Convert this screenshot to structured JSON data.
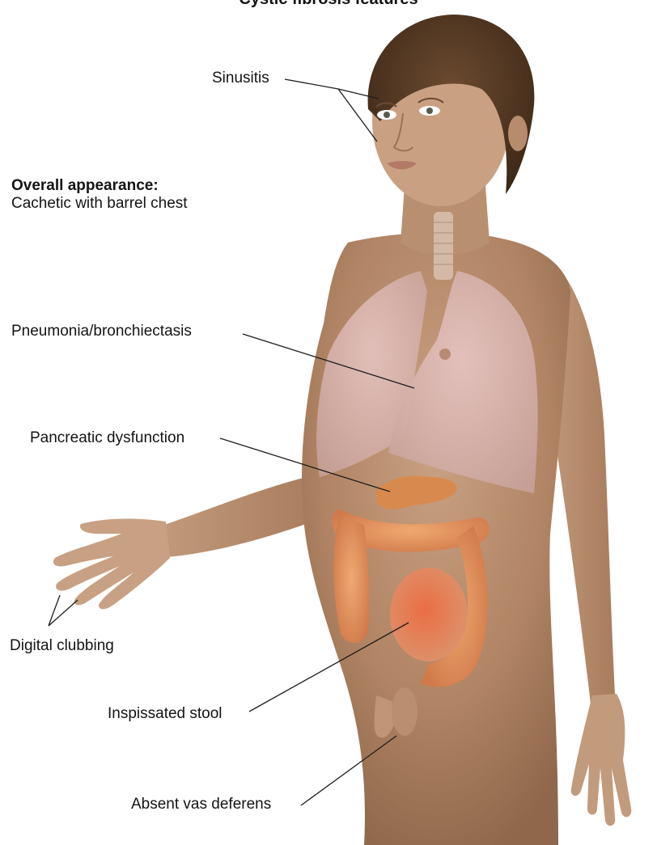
{
  "diagram": {
    "title": "Cystic fibrosis features",
    "overall": {
      "heading": "Overall appearance:",
      "description": "Cachetic with barrel chest"
    },
    "labels": {
      "sinusitis": "Sinusitis",
      "pneumonia": "Pneumonia/bronchiectasis",
      "pancreatic": "Pancreatic dysfunction",
      "clubbing": "Digital clubbing",
      "stool": "Inspissated stool",
      "vas": "Absent vas deferens"
    }
  }
}
